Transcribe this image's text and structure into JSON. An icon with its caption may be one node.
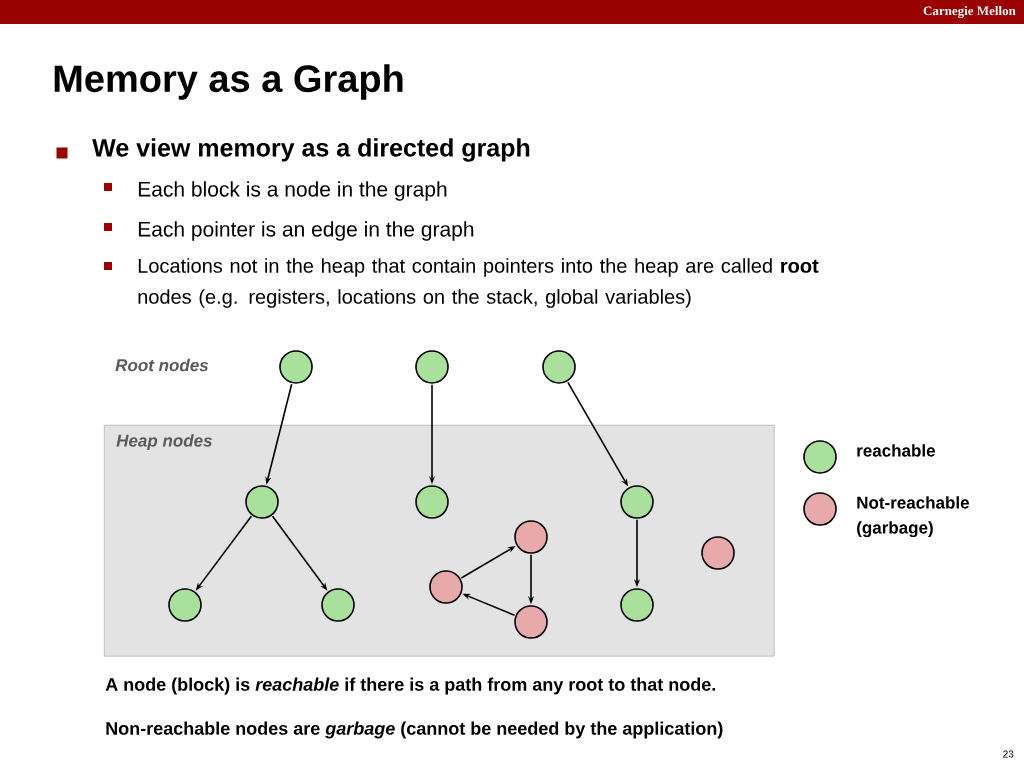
{
  "diagram": {
    "title": "Memory as a Graph",
    "nodes": [
      {
        "text": [
          "Heap nodes"
        ]
      },
      {
        "text": [],
        "shape": "circle"
      },
      {
        "text": [],
        "shape": "circle"
      },
      {
        "text": [],
        "shape": "circle"
      },
      {
        "text": [],
        "shape": "circle",
        "in": 0
      },
      {
        "text": [],
        "shape": "circle",
        "in": 0
      },
      {
        "text": [],
        "shape": "circle",
        "in": 0
      },
      {
        "text": [],
        "shape": "circle",
        "in": 0
      },
      {
        "text": [],
        "shape": "circle",
        "in": 0
      },
      {
        "text": [],
        "shape": "circle",
        "in": 0
      },
      {
        "text": [],
        "shape": "circle",
        "in": 0
      },
      {
        "text": [],
        "shape": "circle",
        "in": 0
      },
      {
        "text": [],
        "shape": "circle",
        "in": 0
      },
      {
        "text": [],
        "shape": "circle",
        "in": 0
      }
    ],
    "edges": [
      {
        "from": 1,
        "to": 4,
        "arrow": "to"
      },
      {
        "from": 2,
        "to": 5,
        "arrow": "to"
      },
      {
        "from": 3,
        "to": 6,
        "arrow": "to"
      },
      {
        "from": 4,
        "to": 10,
        "arrow": "to"
      },
      {
        "from": 4,
        "to": 11,
        "arrow": "to"
      },
      {
        "from": 8,
        "to": 7,
        "arrow": "to"
      },
      {
        "from": 7,
        "to": 13,
        "arrow": "to"
      },
      {
        "from": 13,
        "to": 8,
        "arrow": "to"
      },
      {
        "from": 6,
        "to": 12,
        "arrow": "to"
      }
    ],
    "labels": [
      "Carnegie Mellon",
      "We view memory as a directed graph",
      "Each block is a node in the graph",
      "Each pointer is an edge in the graph",
      "Locations not in the heap that contain pointers into the heap are called **root** nodes (e.g. registers, locations on the stack, global variables)",
      "Root nodes",
      "A node (block) is *reachable* if there is a path from any root to that node.",
      "Non-reachable nodes are *garbage* (cannot be needed by the application)",
      "23"
    ],
    "legend": [
      {
        "text": "reachable",
        "color": "#a8e09c"
      },
      {
        "text": "Not-reachable (garbage)",
        "color": "#e8a9ab"
      }
    ]
  }
}
